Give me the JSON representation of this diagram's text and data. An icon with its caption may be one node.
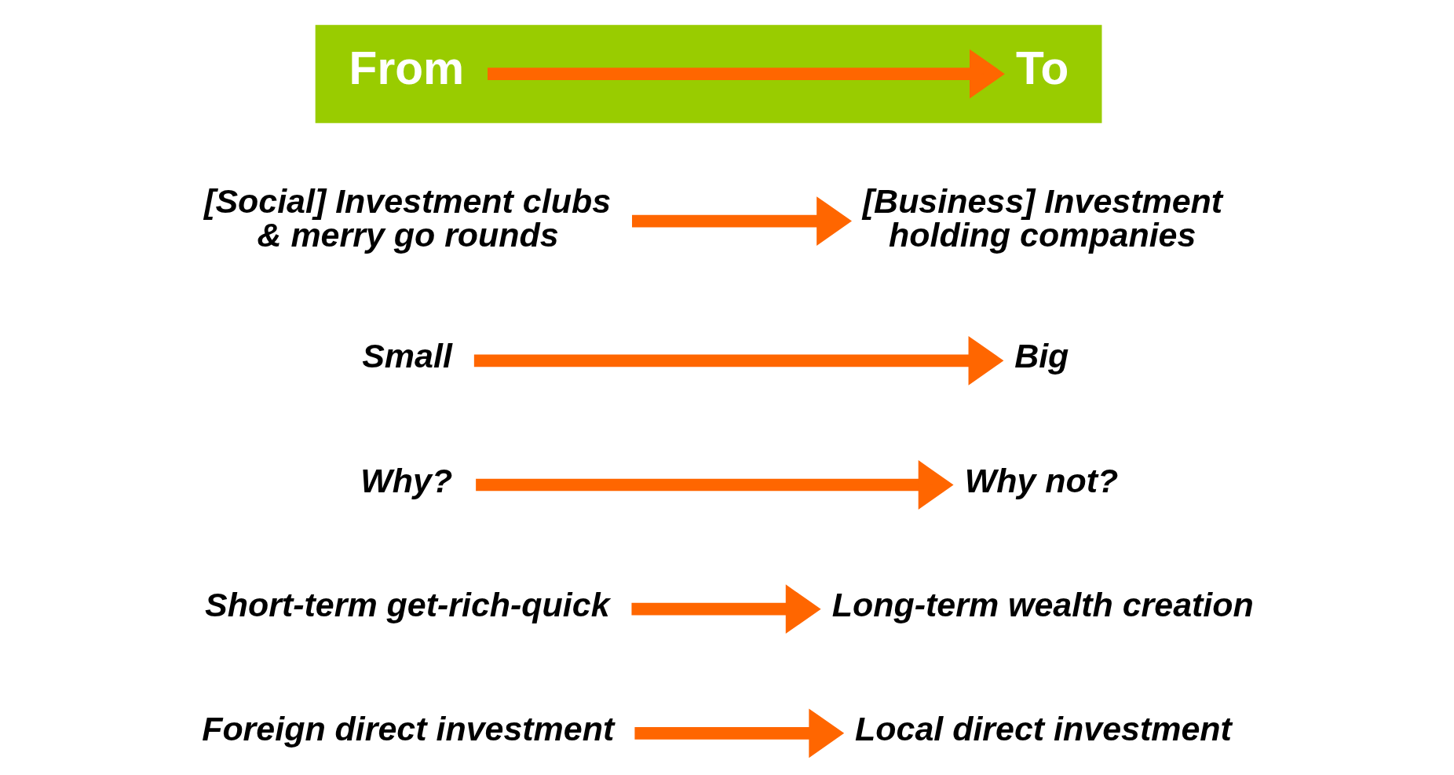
{
  "diagram": {
    "nodes": [
      {
        "text": [],
        "shape": "bar"
      },
      {
        "text": [
          "From"
        ],
        "in": 0
      },
      {
        "text": [
          "To"
        ],
        "in": 0
      },
      {
        "text": [
          "[Social] Investment clubs & merry go rounds"
        ]
      },
      {
        "text": [
          "[Business] Investment holding companies"
        ]
      },
      {
        "text": [
          "Small"
        ]
      },
      {
        "text": [
          "Big"
        ]
      },
      {
        "text": [
          "Why?"
        ]
      },
      {
        "text": [
          "Why not?"
        ]
      },
      {
        "text": [
          "Short-term get-rich-quick"
        ]
      },
      {
        "text": [
          "Long-term wealth creation"
        ]
      },
      {
        "text": [
          "Foreign direct investment"
        ]
      },
      {
        "text": [
          "Local direct investment"
        ]
      }
    ],
    "edges": [
      {
        "from": 1,
        "to": 2,
        "arrow": "to"
      },
      {
        "from": 3,
        "to": 4,
        "arrow": "to"
      },
      {
        "from": 5,
        "to": 6,
        "arrow": "to"
      },
      {
        "from": 7,
        "to": 8,
        "arrow": "to"
      },
      {
        "from": 9,
        "to": 10,
        "arrow": "to"
      },
      {
        "from": 11,
        "to": 12,
        "arrow": "to"
      }
    ]
  }
}
